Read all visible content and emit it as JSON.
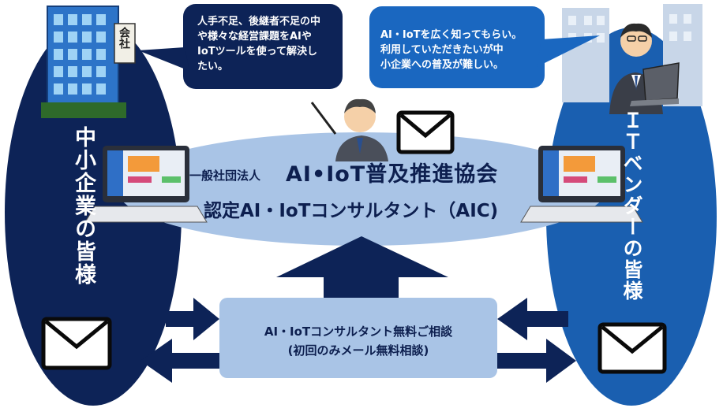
{
  "colors": {
    "navy": "#0d2357",
    "blue": "#1a5fb0",
    "light_ellipse": "#a9c4e6",
    "center_box": "#a9c4e6",
    "arrow_navy": "#0d2357",
    "bubble_left": "#0d2357",
    "bubble_right": "#1a67c0"
  },
  "left": {
    "label": "中小企業の皆様",
    "building_sign": "会社"
  },
  "right": {
    "label": "ＩＴベンダーの皆様"
  },
  "bubbles": {
    "left_text": "人手不足、後継者不足の中\nや様々な経営課題をAIや\nIoTツールを使って解決し\nたい。",
    "right_text": "AI・IoTを広く知ってもらい。\n利用していただきたいが中\n小企業への普及が難しい。"
  },
  "center": {
    "org_prefix": "一般社団法人",
    "org_name": "AI•IoT普及推進協会",
    "consultant": "認定AI・IoTコンサルタント（AIC)"
  },
  "bottom_box": {
    "line1": "AI・IoTコンサルタント無料ご相談",
    "line2": "(初回のみメール無料相談)"
  },
  "icons": [
    "envelope-icon",
    "computer-icon",
    "building-icon",
    "presenter-icon",
    "vendor-person-icon"
  ]
}
